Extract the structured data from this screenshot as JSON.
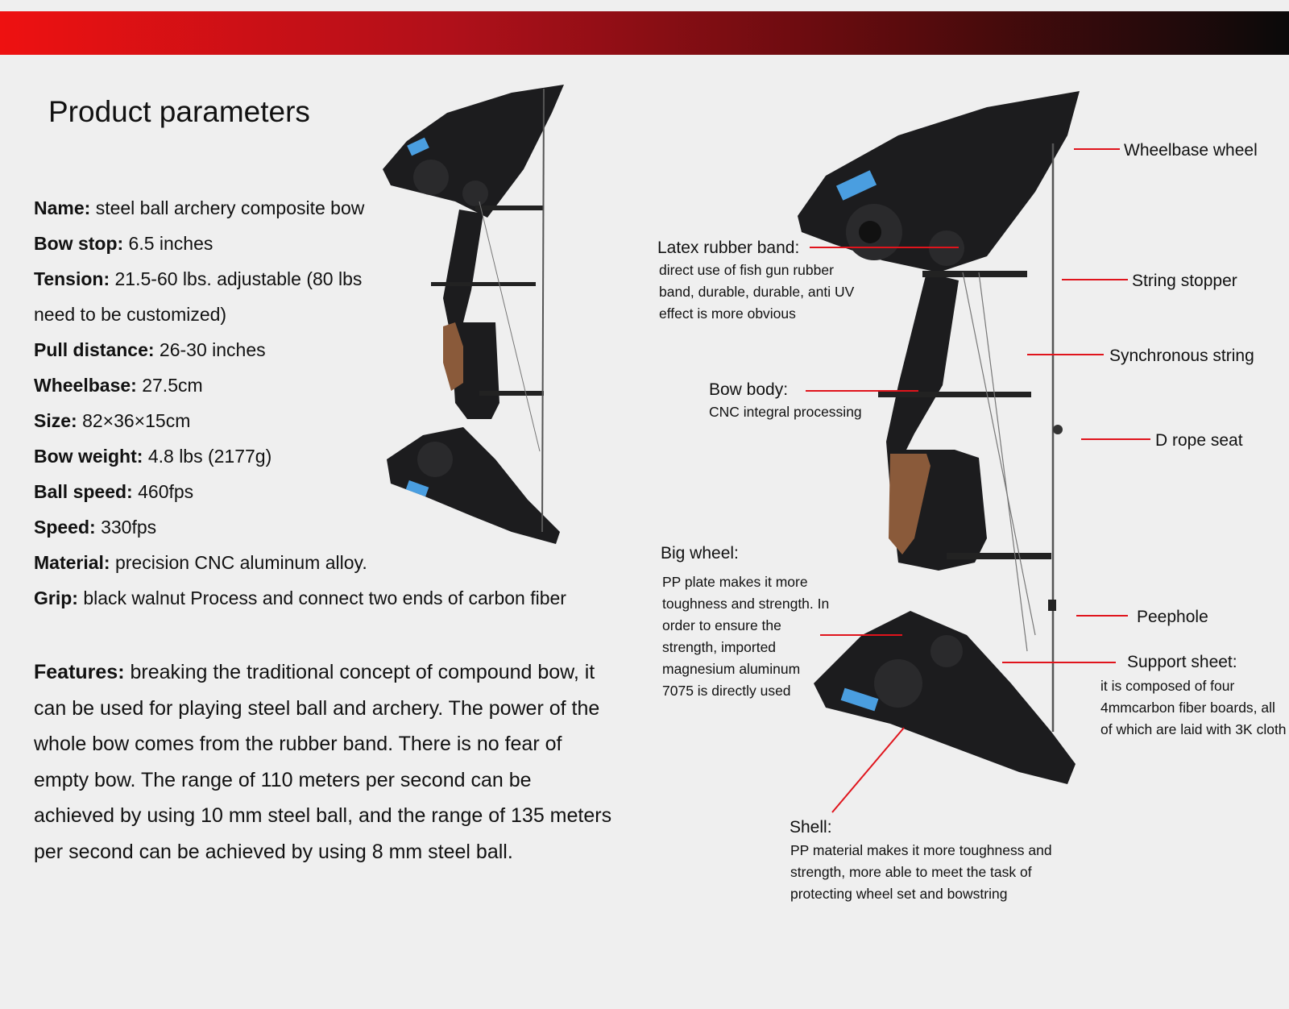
{
  "title": "Product parameters",
  "params": [
    {
      "label": "Name:",
      "value": " steel ball archery composite bow"
    },
    {
      "label": "Bow stop:",
      "value": " 6.5 inches"
    },
    {
      "label": "Tension:",
      "value": " 21.5-60 lbs. adjustable (80 lbs"
    },
    {
      "label": "",
      "value": "need to be customized)"
    },
    {
      "label": "Pull distance:",
      "value": " 26-30 inches"
    },
    {
      "label": "Wheelbase:",
      "value": " 27.5cm"
    },
    {
      "label": "Size:",
      "value": " 82×36×15cm"
    },
    {
      "label": "Bow weight:",
      "value": " 4.8 lbs (2177g)"
    },
    {
      "label": "Ball speed:",
      "value": " 460fps"
    },
    {
      "label": "Speed:",
      "value": " 330fps"
    },
    {
      "label": "Material:",
      "value": " precision CNC aluminum alloy."
    },
    {
      "label": "Grip:",
      "value": " black walnut  Process and connect two ends of carbon fiber"
    }
  ],
  "features": {
    "label": "Features:",
    "text": " breaking the traditional concept of compound bow, it can be used for playing steel ball and archery. The power of the whole bow comes from the rubber band. There is no fear of empty bow. The range of 110 meters per second can be achieved by using 10 mm steel ball, and the range of 135 meters per second can be achieved by using 8 mm steel ball."
  },
  "callouts": {
    "wheelbase_wheel": "Wheelbase wheel",
    "latex_title": "Latex rubber band:",
    "latex_desc": "direct use of fish gun rubber band, durable, durable, anti UV effect is more obvious",
    "string_stopper": "String stopper",
    "synchronous_string": "Synchronous string",
    "bow_body_title": "Bow body:",
    "bow_body_desc": "CNC integral processing",
    "d_rope_seat": "D rope seat",
    "big_wheel_title": "Big wheel:",
    "big_wheel_desc": "PP plate makes it more toughness and strength. In order to ensure the strength, imported magnesium aluminum 7075 is directly used",
    "peephole": "Peephole",
    "support_title": "Support sheet:",
    "support_desc": "it is composed of four 4mmcarbon fiber boards, all of which are laid with 3K cloth",
    "shell_title": "Shell:",
    "shell_desc": "PP material makes it more toughness and strength, more able to meet the task of protecting wheel set and bowstring"
  },
  "colors": {
    "accent": "#e0141c",
    "bow_body": "#1c1c1e",
    "grip": "#8a5a3a",
    "logo_blue": "#4a9ee0"
  }
}
